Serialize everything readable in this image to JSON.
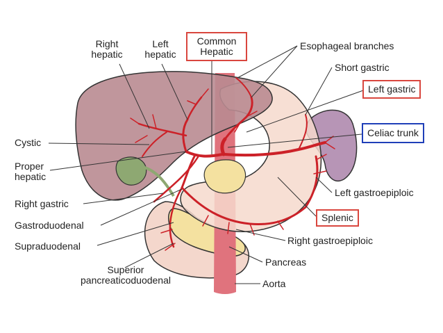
{
  "labels": {
    "right_hepatic_1": "Right",
    "right_hepatic_2": "hepatic",
    "left_hepatic_1": "Left",
    "left_hepatic_2": "hepatic",
    "common_hepatic_1": "Common",
    "common_hepatic_2": "Hepatic",
    "esophageal_branches": "Esophageal branches",
    "short_gastric": "Short gastric",
    "left_gastric": "Left gastric",
    "celiac_trunk": "Celiac trunk",
    "cystic": "Cystic",
    "proper_hepatic_1": "Proper",
    "proper_hepatic_2": "hepatic",
    "right_gastric": "Right gastric",
    "gastroduodenal": "Gastroduodenal",
    "supraduodenal": "Supraduodenal",
    "superior_pancreaticoduodenal_1": "Superior",
    "superior_pancreaticoduodenal_2": "pancreaticoduodenal",
    "left_gastroepiploic": "Left gastroepiploic",
    "splenic": "Splenic",
    "right_gastroepiploic": "Right gastroepiploic",
    "pancreas": "Pancreas",
    "aorta": "Aorta"
  },
  "highlight_colors": {
    "red_box": "#d9463e",
    "blue_box": "#1f3fb8",
    "artery": "#cc2128",
    "liver": "#b98b91",
    "stomach": "#f6d9cd",
    "spleen": "#b795b6",
    "gallbladder": "#8ea872",
    "pancreas": "#f4e1a0",
    "aorta": "#e0737d"
  }
}
